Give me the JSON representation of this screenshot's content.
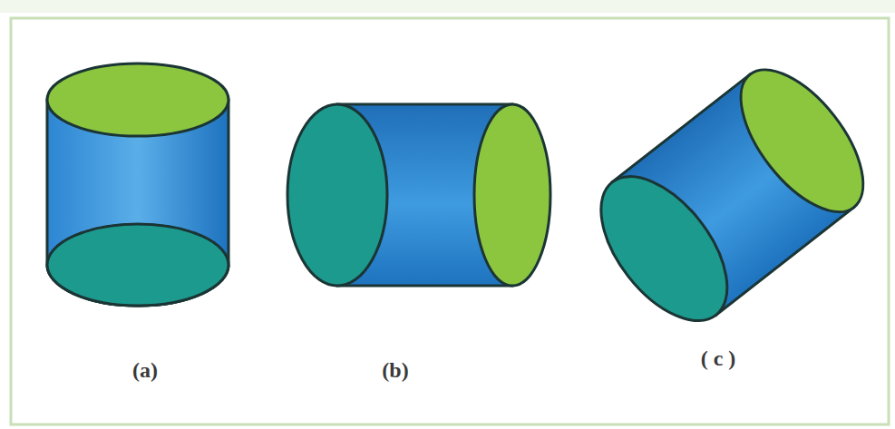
{
  "diagram": {
    "labels": [
      "(a)",
      "(b)",
      "( c )"
    ]
  }
}
